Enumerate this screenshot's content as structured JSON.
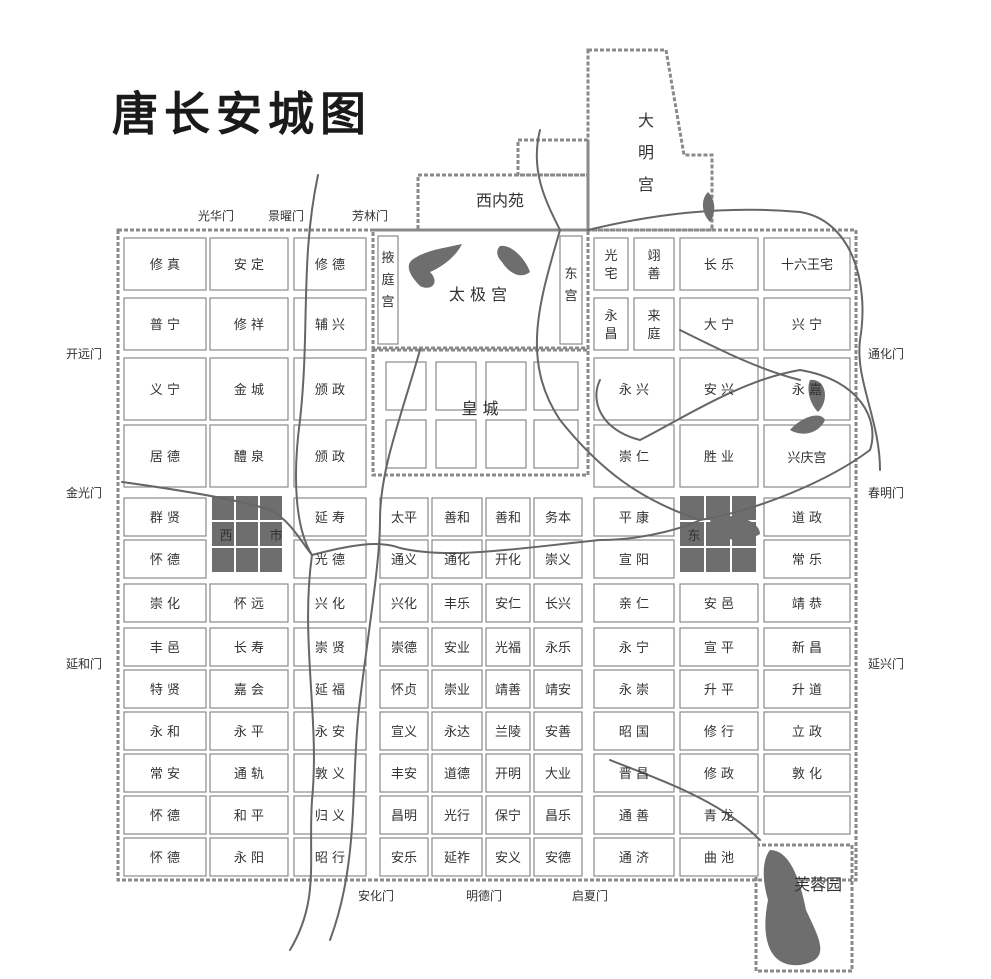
{
  "title": "唐长安城图",
  "colors": {
    "wall": "#8a8a8a",
    "market": "#6e6e6e",
    "river": "#666666",
    "text": "#333333"
  },
  "gates": {
    "north": [
      "光华门",
      "景曜门",
      "芳林门"
    ],
    "west": [
      "开远门",
      "金光门",
      "延和门"
    ],
    "east": [
      "通化门",
      "春明门",
      "延兴门"
    ],
    "south": [
      "安化门",
      "明德门",
      "启夏门"
    ]
  },
  "areas": {
    "xineiyuan": "西内苑",
    "daming": [
      "大",
      "明",
      "宫"
    ],
    "taiji": "太 极 宫",
    "yeting": [
      "掖",
      "庭",
      "宫"
    ],
    "donggong": [
      "东",
      "宫"
    ],
    "huangcheng": "皇 城",
    "xingqing": "兴庆宫",
    "furong": "芙蓉园",
    "west_market": [
      "西",
      "市"
    ],
    "east_market": [
      "东"
    ]
  },
  "wards": {
    "west_rows": [
      [
        "修 真",
        "安 定",
        "修 德"
      ],
      [
        "普 宁",
        "修 祥",
        "辅 兴"
      ],
      [
        "义 宁",
        "金 城",
        "颁 政"
      ],
      [
        "居 德",
        "醴 泉",
        "颁 政"
      ],
      [
        "群 贤",
        "",
        "延 寿"
      ],
      [
        "怀 德",
        "",
        "光 德"
      ],
      [
        "崇 化",
        "怀 远",
        "兴 化"
      ],
      [
        "丰 邑",
        "长 寿",
        "崇 贤"
      ],
      [
        "特 贤",
        "嘉 会",
        "延 福"
      ],
      [
        "永 和",
        "永 平",
        "永 安"
      ],
      [
        "常 安",
        "通 轨",
        "敦 义"
      ],
      [
        "怀 德",
        "和 平",
        "归 义"
      ],
      [
        "怀 德",
        "永 阳",
        "昭 行"
      ]
    ],
    "central_rows": [
      [
        "太平",
        "善和",
        "善和",
        "务本"
      ],
      [
        "通义",
        "通化",
        "开化",
        "崇义"
      ],
      [
        "兴化",
        "丰乐",
        "安仁",
        "长兴"
      ],
      [
        "崇德",
        "安业",
        "光福",
        "永乐"
      ],
      [
        "怀贞",
        "崇业",
        "靖善",
        "靖安"
      ],
      [
        "宣义",
        "永达",
        "兰陵",
        "安善"
      ],
      [
        "丰安",
        "道德",
        "开明",
        "大业"
      ],
      [
        "昌明",
        "光行",
        "保宁",
        "昌乐"
      ],
      [
        "安乐",
        "延祚",
        "安义",
        "安德"
      ]
    ],
    "east_top": [
      "光宅",
      "翊善",
      "长 乐",
      "十六王宅",
      "永昌",
      "来庭",
      "大 宁",
      "兴 宁"
    ],
    "east_rows": [
      [
        "永 兴",
        "安 兴",
        "永 嘉"
      ],
      [
        "崇 仁",
        "胜 业",
        ""
      ],
      [
        "平 康",
        "",
        "道 政"
      ],
      [
        "宣 阳",
        "",
        "常 乐"
      ],
      [
        "亲 仁",
        "安 邑",
        "靖 恭"
      ],
      [
        "永 宁",
        "宣 平",
        "新 昌"
      ],
      [
        "永 崇",
        "升 平",
        "升 道"
      ],
      [
        "昭 国",
        "修 行",
        "立 政"
      ],
      [
        "晋 昌",
        "修 政",
        "敦 化"
      ],
      [
        "通 善",
        "青 龙",
        ""
      ],
      [
        "通 济",
        "曲 池",
        ""
      ]
    ]
  }
}
